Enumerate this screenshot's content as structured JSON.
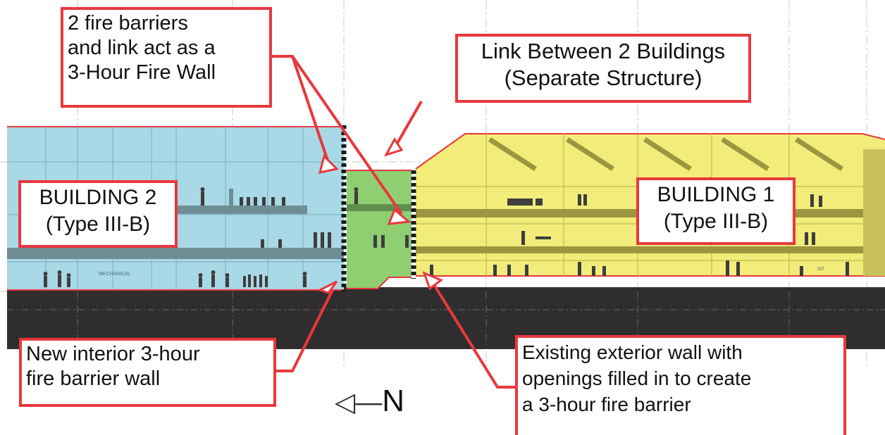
{
  "colors": {
    "building2": "#a9d8e6",
    "building1": "#f2ed7a",
    "link": "#8fcf72",
    "ground": "#2f2d2d",
    "accent": "#e8383d",
    "barrier": "#1a1a1a"
  },
  "callouts": {
    "fire_wall": [
      "2 fire barriers",
      "and link act as a",
      "3-Hour Fire Wall"
    ],
    "link": [
      "Link Between 2 Buildings",
      "(Separate Structure)"
    ],
    "interior": [
      "New interior 3-hour",
      "fire barrier wall"
    ],
    "exterior": [
      "Existing exterior wall with",
      "openings filled in to create",
      "a 3-hour fire barrier"
    ]
  },
  "buildings": {
    "b2": [
      "BUILDING 2",
      "(Type III-B)"
    ],
    "b1": [
      "BUILDING 1",
      "(Type III-B)"
    ]
  },
  "room_labels": {
    "mechanical": "MECHANICAL",
    "oz": "OZ"
  },
  "compass": {
    "arrow": "◁—",
    "letter": "N"
  }
}
